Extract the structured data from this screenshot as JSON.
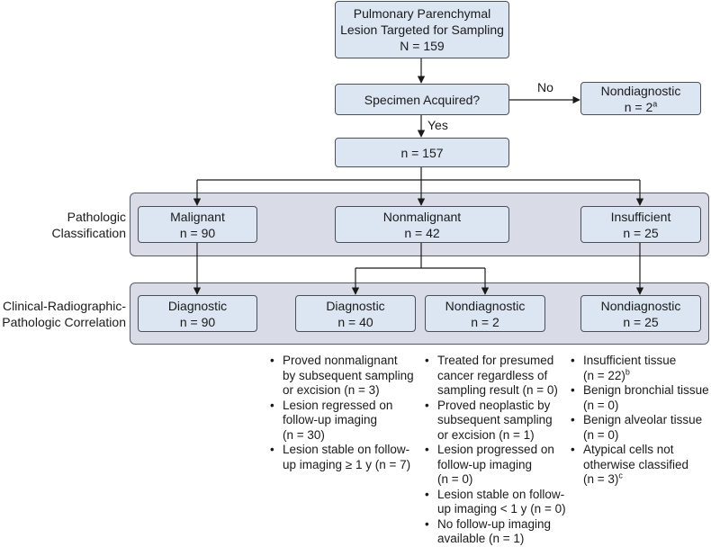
{
  "start": {
    "lines": [
      "Pulmonary Parenchymal",
      "Lesion Targeted for Sampling",
      "N = 159"
    ]
  },
  "question": {
    "label": "Specimen Acquired?"
  },
  "no_branch": {
    "edge_label": "No",
    "title": "Nondiagnostic",
    "count_text": "n = 2",
    "footnote": "a"
  },
  "yes_edge": {
    "label": "Yes"
  },
  "acquired": {
    "label": "n = 157"
  },
  "rows": {
    "pathologic": {
      "lines": [
        "Pathologic",
        "Classification"
      ]
    },
    "correlation": {
      "lines": [
        "Clinical-Radiographic-",
        "Pathologic Correlation"
      ]
    }
  },
  "pathologic": {
    "malignant": {
      "title": "Malignant",
      "count": "n = 90"
    },
    "nonmalignant": {
      "title": "Nonmalignant",
      "count": "n = 42"
    },
    "insufficient": {
      "title": "Insufficient",
      "count": "n = 25"
    }
  },
  "correlation": {
    "diag_malignant": {
      "title": "Diagnostic",
      "count": "n = 90"
    },
    "diag_nonmalignant": {
      "title": "Diagnostic",
      "count": "n = 40"
    },
    "nondiag_nonmalignant": {
      "title": "Nondiagnostic",
      "count": "n = 2"
    },
    "nondiag_insufficient": {
      "title": "Nondiagnostic",
      "count": "n = 25"
    }
  },
  "notes": {
    "diagnostic_nonmalignant": [
      {
        "lines": [
          "Proved nonmalignant",
          "by subsequent sampling",
          "or excision (n = 3)"
        ]
      },
      {
        "lines": [
          "Lesion regressed on",
          "follow-up imaging",
          "(n = 30)"
        ]
      },
      {
        "lines": [
          "Lesion stable on follow-",
          "up imaging ≥ 1 y (n = 7)"
        ]
      }
    ],
    "nondiagnostic_nonmalignant": [
      {
        "lines": [
          "Treated for presumed",
          "cancer regardless of",
          "sampling result (n = 0)"
        ]
      },
      {
        "lines": [
          "Proved neoplastic by",
          "subsequent sampling",
          "or excision (n = 1)"
        ]
      },
      {
        "lines": [
          "Lesion progressed on",
          "follow-up imaging",
          "(n = 0)"
        ]
      },
      {
        "lines": [
          "Lesion stable on follow-",
          "up imaging < 1 y (n = 0)"
        ]
      },
      {
        "lines": [
          "No follow-up imaging",
          "available (n = 1)"
        ]
      }
    ],
    "nondiagnostic_insufficient": [
      {
        "lines": [
          "Insufficient tissue",
          "(n = 22)"
        ],
        "last_sup": "b"
      },
      {
        "lines": [
          "Benign bronchial tissue",
          "(n = 0)"
        ]
      },
      {
        "lines": [
          "Benign alveolar tissue",
          "(n = 0)"
        ]
      },
      {
        "lines": [
          "Atypical cells not",
          "otherwise classified",
          "(n = 3)"
        ],
        "last_sup": "c"
      }
    ]
  }
}
